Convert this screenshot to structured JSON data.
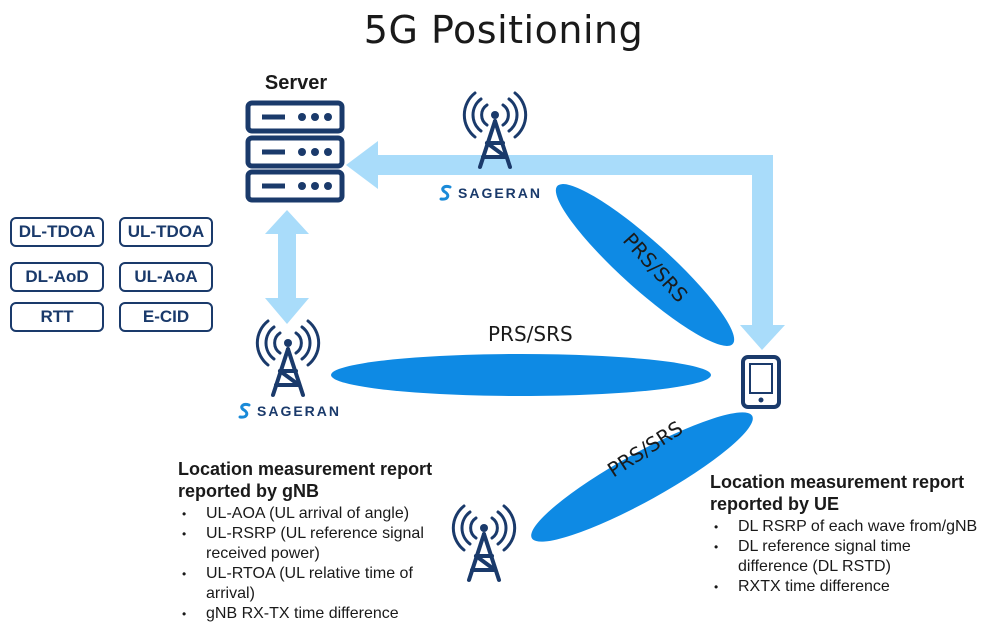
{
  "title": "5G Positioning",
  "server": {
    "label": "Server"
  },
  "methods": [
    "DL-TDOA",
    "UL-TDOA",
    "DL-AoD",
    "UL-AoA",
    "RTT",
    "E-CID"
  ],
  "brand": "SAGERAN",
  "links": {
    "top": "PRS/SRS",
    "middle": "PRS/SRS",
    "bottom": "PRS/SRS"
  },
  "gnb_report": {
    "heading_line1": "Location measurement report",
    "heading_line2": "reported by gNB",
    "items": [
      "UL-AOA (UL arrival of angle)",
      "UL-RSRP (UL reference signal received power)",
      "UL-RTOA (UL relative time of arrival)",
      "gNB RX-TX time difference"
    ]
  },
  "ue_report": {
    "heading_line1": "Location measurement report",
    "heading_line2": "reported by UE",
    "items": [
      "DL RSRP of each wave from/gNB",
      "DL reference signal time difference (DL RSTD)",
      "RXTX time difference"
    ]
  },
  "colors": {
    "navy": "#1a3a6b",
    "beam": "#0e8ae4",
    "arrow": "#a9dcfa"
  }
}
